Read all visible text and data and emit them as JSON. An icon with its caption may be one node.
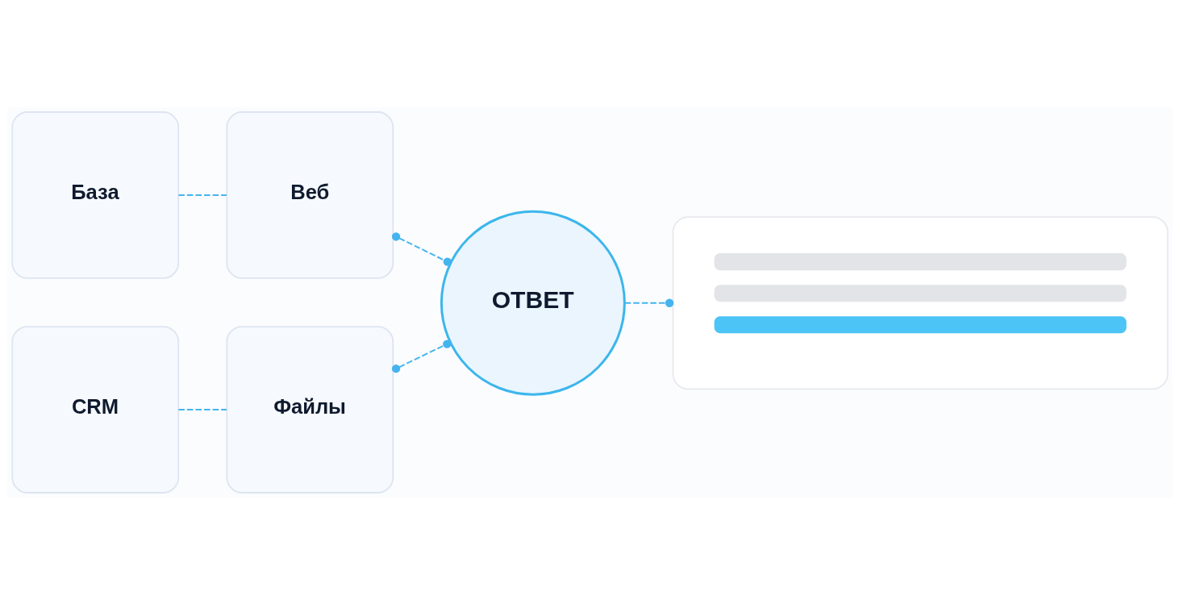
{
  "diagram": {
    "nodes": [
      {
        "text": [
          "База"
        ]
      },
      {
        "text": [
          "Веб"
        ]
      },
      {
        "text": [
          "CRM"
        ]
      },
      {
        "text": [
          "Файлы"
        ]
      },
      {
        "text": [
          "ОТВЕТ"
        ]
      },
      {
        "text": [],
        "shape": "box"
      }
    ],
    "edges": [
      {
        "from": 0,
        "to": 1,
        "arrow": "none",
        "style": "dashed"
      },
      {
        "from": 2,
        "to": 3,
        "arrow": "none",
        "style": "dashed"
      },
      {
        "from": 1,
        "to": 4,
        "arrow": "other",
        "style": "dashed"
      },
      {
        "from": 3,
        "to": 4,
        "arrow": "other",
        "style": "dashed"
      },
      {
        "from": 4,
        "to": 5,
        "arrow": "other",
        "style": "dashed"
      }
    ]
  }
}
